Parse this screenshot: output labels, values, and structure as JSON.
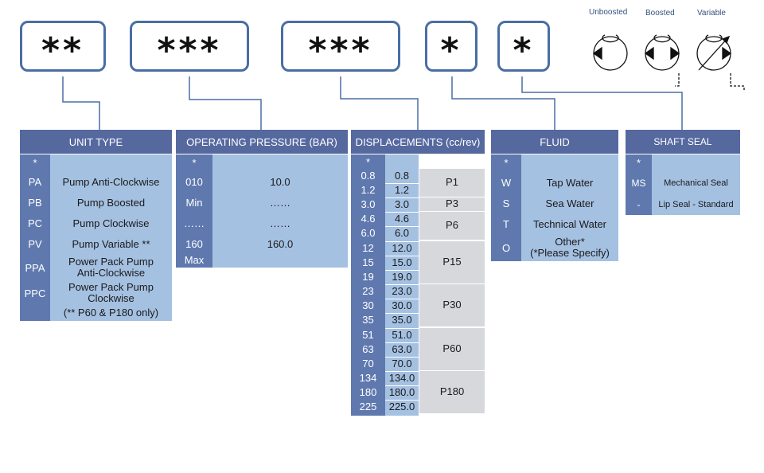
{
  "code_boxes": [
    "**",
    "***",
    "***",
    "*",
    "*"
  ],
  "symbols": {
    "labels": [
      "Unboosted",
      "Boosted",
      "Variable"
    ]
  },
  "unit_type": {
    "header": "UNIT TYPE",
    "star": "*",
    "rows": [
      {
        "code": "PA",
        "desc": "Pump Anti-Clockwise"
      },
      {
        "code": "PB",
        "desc": "Pump Boosted"
      },
      {
        "code": "PC",
        "desc": "Pump Clockwise"
      },
      {
        "code": "PV",
        "desc": "Pump Variable **"
      },
      {
        "code": "PPA",
        "desc1": "Power Pack Pump",
        "desc2": "Anti-Clockwise"
      },
      {
        "code": "PPC",
        "desc1": "Power Pack Pump",
        "desc2": "Clockwise"
      }
    ],
    "note": "(** P60 & P180 only)"
  },
  "pressure": {
    "header": "OPERATING PRESSURE (BAR)",
    "star": "*",
    "rows": [
      {
        "code": "010",
        "value": "10.0"
      },
      {
        "code": "Min",
        "value": "……"
      },
      {
        "code": "……",
        "value": "……"
      },
      {
        "code": "160",
        "value": "160.0"
      },
      {
        "code": "Max",
        "value": ""
      }
    ]
  },
  "displacement": {
    "header": "DISPLACEMENTS  (cc/rev)",
    "star": "*",
    "codes": [
      "0.8",
      "1.2",
      "3.0",
      "4.6",
      "6.0",
      "12",
      "15",
      "19",
      "23",
      "30",
      "35",
      "51",
      "63",
      "70",
      "134",
      "180",
      "225"
    ],
    "values": [
      "0.8",
      "1.2",
      "3.0",
      "4.6",
      "6.0",
      "12.0",
      "15.0",
      "19.0",
      "23.0",
      "30.0",
      "35.0",
      "51.0",
      "63.0",
      "70.0",
      "134.0",
      "180.0",
      "225.0"
    ],
    "groups": [
      "P1",
      "P3",
      "P6",
      "P15",
      "P30",
      "P60",
      "P180"
    ]
  },
  "fluid": {
    "header": "FLUID",
    "star": "*",
    "rows": [
      {
        "code": "W",
        "desc": "Tap Water"
      },
      {
        "code": "S",
        "desc": "Sea Water"
      },
      {
        "code": "T",
        "desc": "Technical Water"
      },
      {
        "code": "O",
        "desc1": "Other*",
        "desc2": "(*Please Specify)"
      }
    ]
  },
  "shaft_seal": {
    "header": "SHAFT SEAL",
    "star": "*",
    "rows": [
      {
        "code": "MS",
        "desc": "Mechanical Seal"
      },
      {
        "code": "-",
        "desc": "Lip Seal - Standard"
      }
    ]
  },
  "colors": {
    "header": "#56699f",
    "panel": "#a5c1e2",
    "code_column": "#5f79af",
    "group_cell": "#d6d8dc",
    "box_border": "#4a6ea3"
  }
}
